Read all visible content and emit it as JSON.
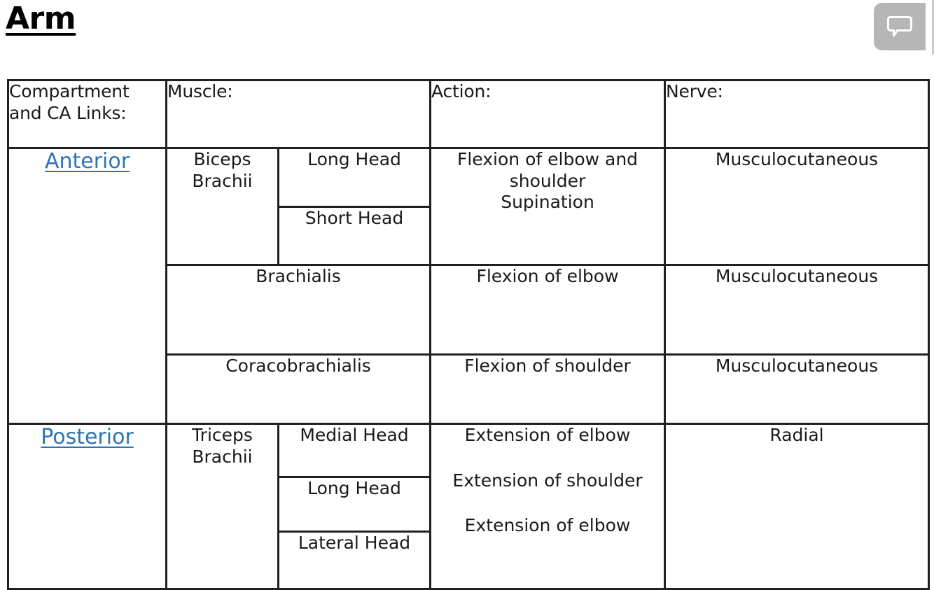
{
  "document": {
    "title": "Arm"
  },
  "toolbar": {
    "comment_button_label": "",
    "comment_icon": "speech-bubble-icon"
  },
  "table": {
    "headers": {
      "compartment": "Compartment and CA Links:",
      "muscle": "Muscle:",
      "action": "Action:",
      "nerve": "Nerve:"
    },
    "compartments": [
      {
        "name": "Anterior",
        "muscles": [
          {
            "name": "Biceps Brachii",
            "heads": [
              "Long Head",
              "Short Head"
            ],
            "action_lines": [
              "Flexion of elbow and shoulder",
              "Supination"
            ],
            "nerve": "Musculocutaneous"
          },
          {
            "name": "Brachialis",
            "heads": [],
            "action_lines": [
              "Flexion of elbow"
            ],
            "nerve": "Musculocutaneous"
          },
          {
            "name": "Coracobrachialis",
            "heads": [],
            "action_lines": [
              "Flexion of shoulder"
            ],
            "nerve": "Musculocutaneous"
          }
        ]
      },
      {
        "name": "Posterior",
        "muscles": [
          {
            "name": "Triceps Brachii",
            "heads": [
              "Medial Head",
              "Long Head",
              "Lateral Head"
            ],
            "action_lines": [
              "Extension of elbow",
              "Extension of shoulder",
              "Extension of elbow"
            ],
            "nerve": "Radial"
          }
        ]
      }
    ]
  },
  "colors": {
    "link": "#2e74b5",
    "border": "#231f20",
    "comment_button_bg": "#b6b6b6",
    "text": "#1a1a1a"
  }
}
